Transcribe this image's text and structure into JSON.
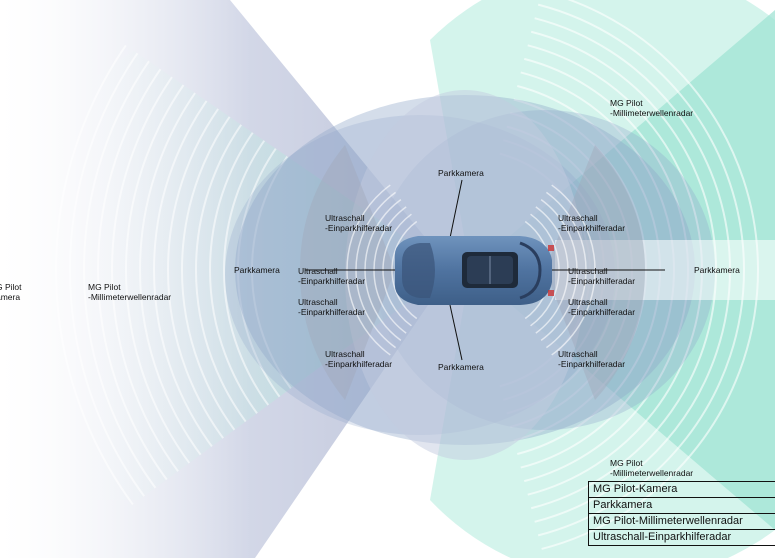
{
  "colors": {
    "camera": "#b9bfd6",
    "parking_camera": "#8ea6c9",
    "radar": "#7fd8c4",
    "ultrasonic": "#9aa3b5",
    "car_body": "#5b7fa8"
  },
  "labels": {
    "radar_front_top": [
      "MG Pilot",
      "-Millimeterwellenradar"
    ],
    "radar_front_bottom": [
      "MG Pilot",
      "-Millimeterwellenradar"
    ],
    "radar_rear": [
      "MG Pilot",
      "-Millimeterwellenradar"
    ],
    "radar_left_cut": [
      "G Pilot",
      "amera"
    ],
    "parkkamera_front": "Parkkamera",
    "parkkamera_rear": "Parkkamera",
    "parkkamera_top": "Parkkamera",
    "parkkamera_bottom": "Parkkamera",
    "us_left_top": [
      "Ultraschall",
      "-Einparkhilferadar"
    ],
    "us_left_mid1": [
      "Ultraschall",
      "-Einparkhilferadar"
    ],
    "us_left_mid2": [
      "Ultraschall",
      "-Einparkhilferadar"
    ],
    "us_left_bottom": [
      "Ultraschall",
      "-Einparkhilferadar"
    ],
    "us_right_top": [
      "Ultraschall",
      "-Einparkhilferadar"
    ],
    "us_right_mid1": [
      "Ultraschall",
      "-Einparkhilferadar"
    ],
    "us_right_mid2": [
      "Ultraschall",
      "-Einparkhilferadar"
    ],
    "us_right_bottom": [
      "Ultraschall",
      "-Einparkhilferadar"
    ]
  },
  "legend": [
    "MG Pilot-Kamera",
    "Parkkamera",
    "MG Pilot-Millimeterwellenradar",
    "Ultraschall-Einparkhilferadar"
  ]
}
